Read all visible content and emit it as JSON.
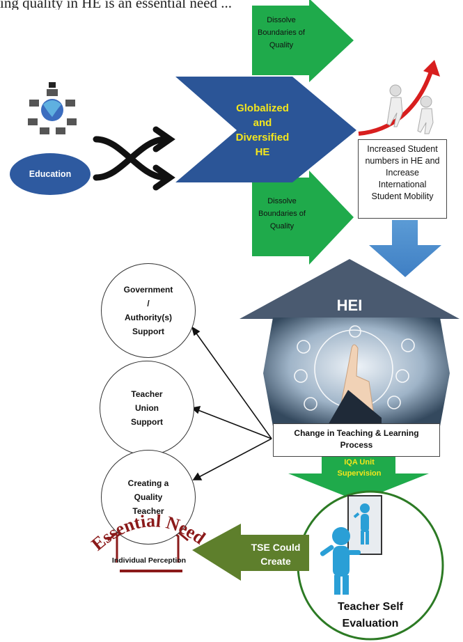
{
  "header_text": "ing quality in HE is an essential need ...",
  "education_label": "Education",
  "top_arrow": [
    "Dissolve",
    "Boundaries of",
    "Quality"
  ],
  "bottom_arrow": [
    "Dissolve",
    "Boundaries of",
    "Quality"
  ],
  "center_label": [
    "Globalized",
    "and",
    "Diversified",
    "HE"
  ],
  "student_box": [
    "Increased Student",
    "numbers in HE and",
    "Increase",
    "International",
    "Student Mobility"
  ],
  "hei_label": "HEI",
  "change_box": [
    "Change in Teaching & Learning",
    "Process"
  ],
  "iqa_label": [
    "IQA Unit",
    "Supervision"
  ],
  "circles": [
    [
      "Government",
      "/",
      "Authority(s)",
      "Support"
    ],
    [
      "Teacher",
      "Union",
      "Support"
    ],
    [
      "Creating a",
      "Quality",
      "Teacher"
    ]
  ],
  "essential_need": "Essential Need",
  "individual_perception": "Individual Perception",
  "tse_arrow": [
    "TSE Could",
    "Create"
  ],
  "teacher_eval": [
    "Teacher Self",
    "Evaluation"
  ],
  "colors": {
    "green": "#1faa4b",
    "blue": "#2b5597",
    "light_blue": "#5b9bd5",
    "roof": "#4a5a70",
    "education_oval": "#2e5aa0",
    "olive": "#5e7f2c",
    "dark_green": "#2c7a24",
    "essential_red": "#8b1a1a",
    "text_yellow": "#f4e61c"
  }
}
